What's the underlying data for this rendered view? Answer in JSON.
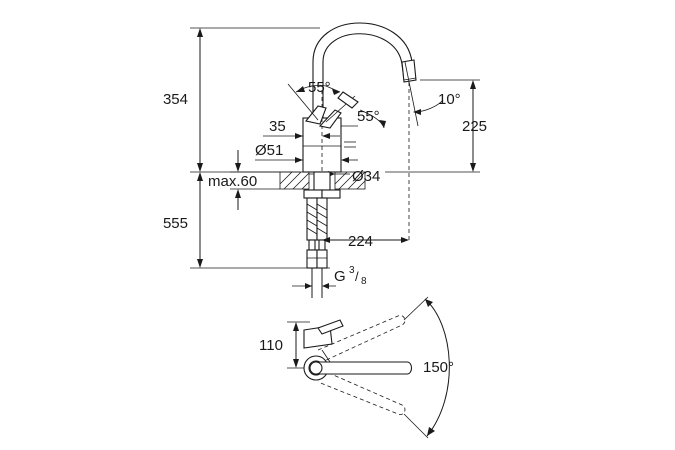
{
  "labels": {
    "height_total": "354",
    "angle_handle_top": "55°",
    "angle_handle_side": "55°",
    "angle_spout": "10°",
    "spout_height": "225",
    "handle_offset": "35",
    "base_diameter": "Ø51",
    "mount_hole": "Ø34",
    "deck_thickness": "max.60",
    "hose_length": "555",
    "spout_reach": "224",
    "thread_prefix": "G",
    "thread_num": "3",
    "thread_den": "8",
    "plan_depth": "110",
    "swivel_angle": "150°"
  },
  "colors": {
    "line": "#1a1a1a",
    "background": "#ffffff"
  }
}
